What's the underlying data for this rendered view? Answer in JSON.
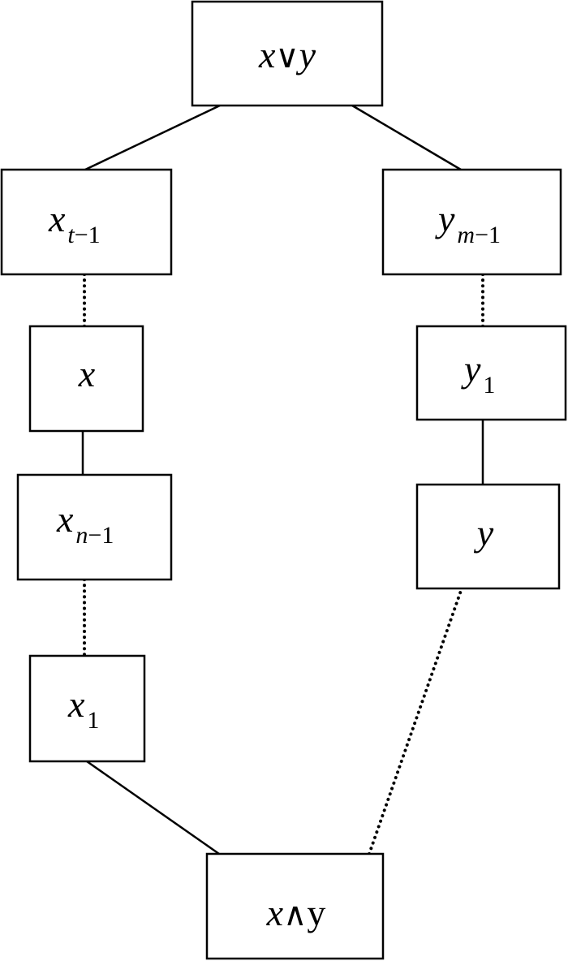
{
  "diagram": {
    "nodes": {
      "top": {
        "var1": "x",
        "op": "∨",
        "var2": "y"
      },
      "xt1": {
        "var": "x",
        "sub_var": "t",
        "sub_rest": "−1"
      },
      "ym1": {
        "var": "y",
        "sub_var": "m",
        "sub_rest": "−1"
      },
      "x": {
        "var": "x"
      },
      "y1": {
        "var": "y",
        "sub_rest": "1"
      },
      "xn1": {
        "var": "x",
        "sub_var": "n",
        "sub_rest": "−1"
      },
      "y": {
        "var": "y"
      },
      "x1": {
        "var": "x",
        "sub_rest": "1"
      },
      "bottom": {
        "var1": "x",
        "op": "∧",
        "var2": "y"
      }
    },
    "edges": [
      {
        "from": "xt1",
        "to": "top",
        "style": "solid"
      },
      {
        "from": "ym1",
        "to": "top",
        "style": "solid"
      },
      {
        "from": "x",
        "to": "xt1",
        "style": "dotted"
      },
      {
        "from": "y1",
        "to": "ym1",
        "style": "dotted"
      },
      {
        "from": "xn1",
        "to": "x",
        "style": "solid"
      },
      {
        "from": "y",
        "to": "y1",
        "style": "solid"
      },
      {
        "from": "x1",
        "to": "xn1",
        "style": "dotted"
      },
      {
        "from": "bottom",
        "to": "x1",
        "style": "solid"
      },
      {
        "from": "bottom",
        "to": "y",
        "style": "dotted"
      }
    ]
  }
}
